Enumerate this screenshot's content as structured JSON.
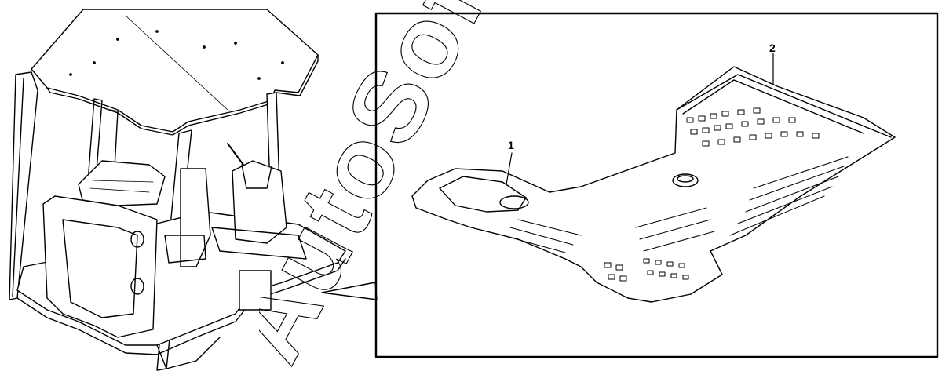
{
  "callouts": {
    "part1": "1",
    "part2": "2"
  },
  "watermark": {
    "text": "AutoSoft"
  },
  "colors": {
    "line": "#000000",
    "frame": "#000000",
    "fill": "#ffffff",
    "shade": "#d9d9d9"
  }
}
